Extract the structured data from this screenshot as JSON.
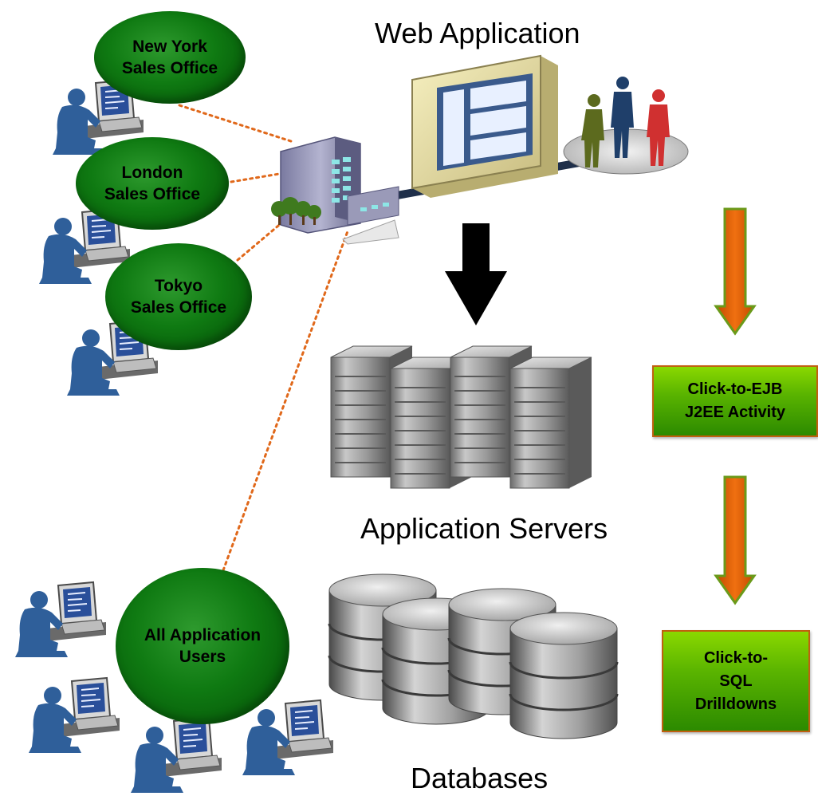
{
  "captions": {
    "web_application": "Web Application",
    "application_servers": "Application Servers",
    "databases": "Databases"
  },
  "offices": [
    {
      "lines": [
        "New York",
        "Sales Office"
      ]
    },
    {
      "lines": [
        "London",
        "Sales Office"
      ]
    },
    {
      "lines": [
        "Tokyo",
        "Sales Office"
      ]
    },
    {
      "lines": [
        "All Application",
        "Users"
      ]
    }
  ],
  "drilldowns": [
    {
      "lines": [
        "Click-to-EJB",
        "J2EE Activity"
      ]
    },
    {
      "lines": [
        "Click-to-",
        "SQL",
        "Drilldowns"
      ]
    }
  ],
  "colors": {
    "office_green": "#0f7a12",
    "connector_orange": "#e0681a",
    "flow_arrow_orange": "#e05a00",
    "flow_arrow_outline": "#6a9a1a",
    "box_green": "#5ab400",
    "box_border": "#c06010",
    "down_arrow": "#000000",
    "person_blue": "#2f5f9a"
  },
  "icons": [
    "user-at-workstation-icon",
    "office-building-icon",
    "web-application-window-icon",
    "people-group-icon",
    "application-server-icon",
    "database-cylinder-icon"
  ]
}
